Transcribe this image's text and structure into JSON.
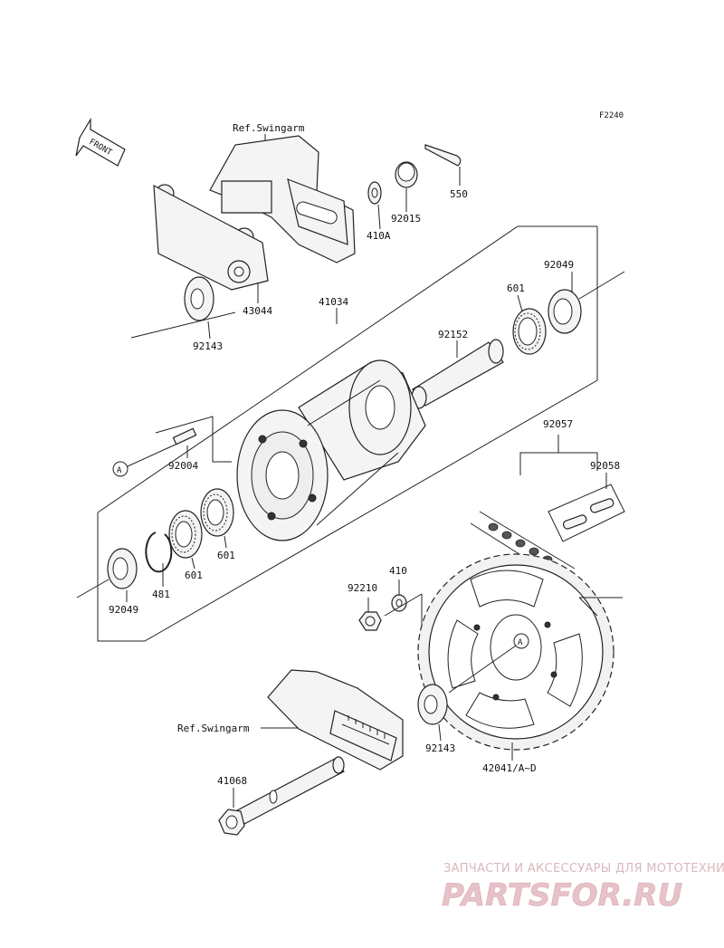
{
  "diagram_code": "F2240",
  "front_label": "FRONT",
  "ref_swingarm_top": "Ref.Swingarm",
  "ref_swingarm_bottom": "Ref.Swingarm",
  "callout_a": "A",
  "parts": {
    "p550": "550",
    "p92015": "92015",
    "p410A": "410A",
    "p43044": "43044",
    "p92143_top": "92143",
    "p41034": "41034",
    "p92049_right": "92049",
    "p601_right": "601",
    "p92152": "92152",
    "p92004": "92004",
    "p92057": "92057",
    "p92058": "92058",
    "p601_mid": "601",
    "p601_left": "601",
    "p481": "481",
    "p92049_left": "92049",
    "p410": "410",
    "p92210": "92210",
    "p92143_bottom": "92143",
    "p42041": "42041/A~D",
    "p41068": "41068"
  },
  "watermark": {
    "tagline": "ЗАПЧАСТИ И АКСЕССУАРЫ ДЛЯ МОТОТЕХНИКИ",
    "brand": "PARTSFOR.RU"
  }
}
